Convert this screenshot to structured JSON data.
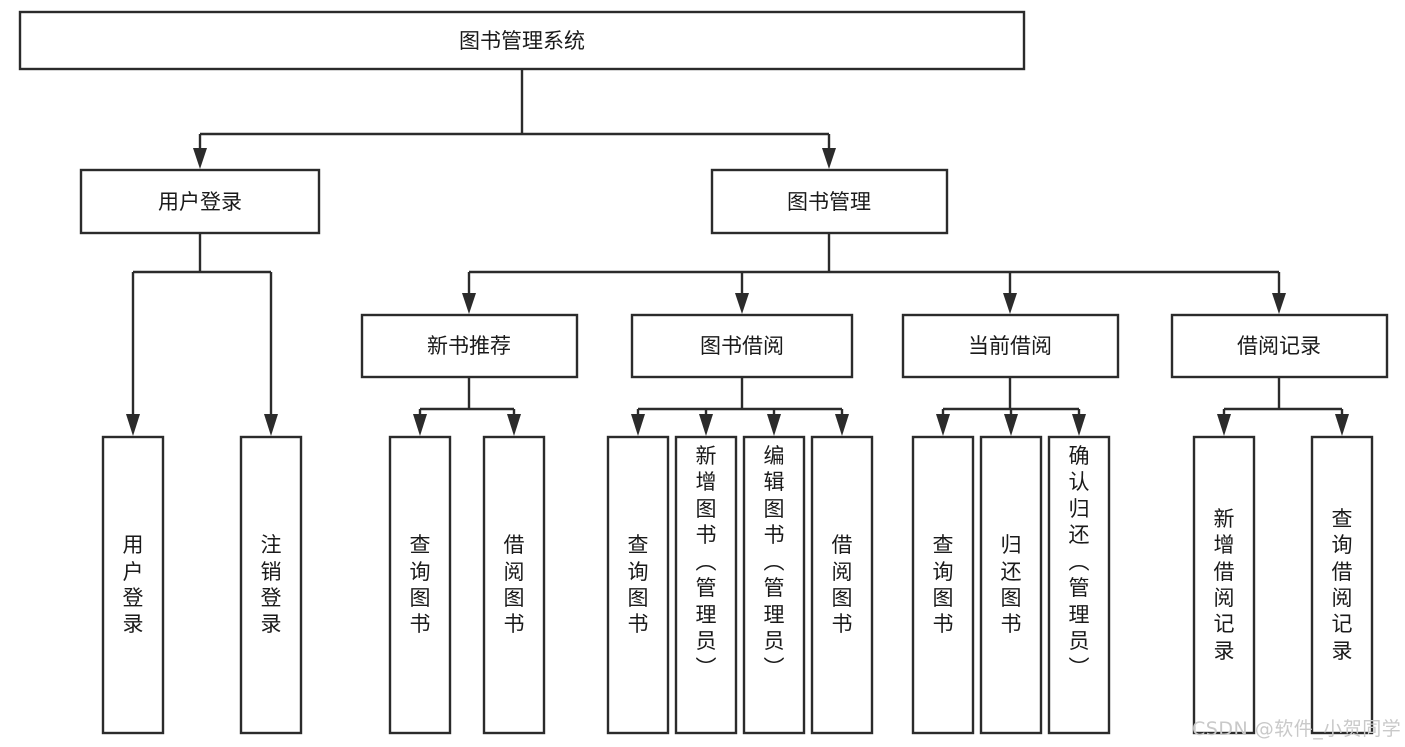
{
  "diagram": {
    "title": "图书管理系统",
    "type": "tree-hierarchy-diagram",
    "watermark": "CSDN @软件_小贺同学",
    "colors": {
      "background": "#ffffff",
      "box_fill": "#ffffff",
      "box_stroke": "#2b2b2b",
      "text": "#1a1a1a",
      "watermark": "#c9c9c9"
    },
    "root": {
      "label": "图书管理系统"
    },
    "level2": [
      {
        "label": "用户登录"
      },
      {
        "label": "图书管理"
      }
    ],
    "level3": [
      {
        "label": "新书推荐"
      },
      {
        "label": "图书借阅"
      },
      {
        "label": "当前借阅"
      },
      {
        "label": "借阅记录"
      }
    ],
    "leaves": {
      "user_login": [
        {
          "label": "用户登录"
        },
        {
          "label": "注销登录"
        }
      ],
      "new_book_recommend": [
        {
          "label": "查询图书"
        },
        {
          "label": "借阅图书"
        }
      ],
      "book_borrow": [
        {
          "label": "查询图书"
        },
        {
          "label": "新增图书（管理员）"
        },
        {
          "label": "编辑图书（管理员）"
        },
        {
          "label": "借阅图书"
        }
      ],
      "current_borrow": [
        {
          "label": "查询图书"
        },
        {
          "label": "归还图书"
        },
        {
          "label": "确认归还（管理员）"
        }
      ],
      "borrow_record": [
        {
          "label": "新增借阅记录"
        },
        {
          "label": "查询借阅记录"
        }
      ]
    }
  }
}
